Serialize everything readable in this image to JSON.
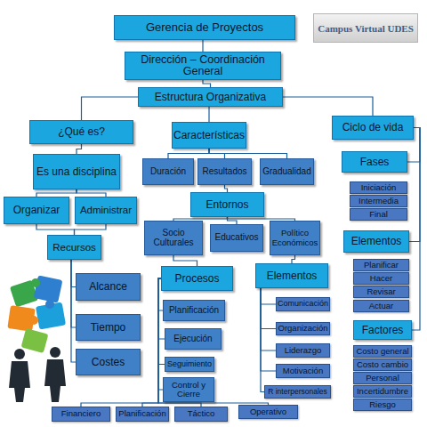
{
  "diagram": {
    "nodes": [
      {
        "text": [
          "Gerencia de Proyectos"
        ]
      },
      {
        "text": [
          "Dirección – Coordinación General"
        ]
      },
      {
        "text": [
          "Estructura Organizativa"
        ]
      },
      {
        "text": [
          "¿Qué es?"
        ]
      },
      {
        "text": [
          "Características"
        ]
      },
      {
        "text": [
          "Ciclo de vida"
        ]
      },
      {
        "text": [
          "Es una disciplina"
        ]
      },
      {
        "text": [
          "Duración"
        ]
      },
      {
        "text": [
          "Resultados"
        ]
      },
      {
        "text": [
          "Gradualidad"
        ]
      },
      {
        "text": [
          "Fases"
        ]
      },
      {
        "text": [
          "Iniciación"
        ]
      },
      {
        "text": [
          "Intermedia"
        ]
      },
      {
        "text": [
          "Final"
        ]
      },
      {
        "text": [
          "Organizar"
        ]
      },
      {
        "text": [
          "Administrar"
        ]
      },
      {
        "text": [
          "Entornos"
        ]
      },
      {
        "text": [
          "Socio Culturales"
        ]
      },
      {
        "text": [
          "Educativos"
        ]
      },
      {
        "text": [
          "Político Económicos"
        ]
      },
      {
        "text": [
          "Elementos"
        ]
      },
      {
        "text": [
          "Recursos"
        ]
      },
      {
        "text": [
          "Planificar"
        ]
      },
      {
        "text": [
          "Hacer"
        ]
      },
      {
        "text": [
          "Revisar"
        ]
      },
      {
        "text": [
          "Actuar"
        ]
      },
      {
        "text": [
          "Procesos"
        ]
      },
      {
        "text": [
          "Elementos"
        ]
      },
      {
        "text": [
          "Alcance"
        ]
      },
      {
        "text": [
          "Planificación"
        ]
      },
      {
        "text": [
          "Comunicación"
        ]
      },
      {
        "text": [
          "Tiempo"
        ]
      },
      {
        "text": [
          "Ejecución"
        ]
      },
      {
        "text": [
          "Organización"
        ]
      },
      {
        "text": [
          "Factores"
        ]
      },
      {
        "text": [
          "Costo general"
        ]
      },
      {
        "text": [
          "Costo cambio"
        ]
      },
      {
        "text": [
          "Personal"
        ]
      },
      {
        "text": [
          "Incertidumbre"
        ]
      },
      {
        "text": [
          "Riesgo"
        ]
      },
      {
        "text": [
          "Liderazgo"
        ]
      },
      {
        "text": [
          "Costes"
        ]
      },
      {
        "text": [
          "Seguimiento"
        ]
      },
      {
        "text": [
          "Motivación"
        ]
      },
      {
        "text": [
          "Control y Cierre"
        ]
      },
      {
        "text": [
          "R interpersonales"
        ]
      },
      {
        "text": [
          "Financiero"
        ]
      },
      {
        "text": [
          "Planificación"
        ]
      },
      {
        "text": [
          "Táctico"
        ]
      },
      {
        "text": [
          "Operativo"
        ]
      }
    ],
    "edges": [
      {
        "from": 0,
        "to": 1,
        "arrow": "none"
      },
      {
        "from": 1,
        "to": 2,
        "arrow": "none"
      },
      {
        "from": 2,
        "to": 3,
        "arrow": "none"
      },
      {
        "from": 2,
        "to": 4,
        "arrow": "none"
      },
      {
        "from": 2,
        "to": 5,
        "arrow": "none"
      },
      {
        "from": 3,
        "to": 6,
        "arrow": "none"
      },
      {
        "from": 6,
        "to": 14,
        "arrow": "none"
      },
      {
        "from": 6,
        "to": 15,
        "arrow": "none"
      },
      {
        "from": 14,
        "to": 21,
        "arrow": "none"
      },
      {
        "from": 15,
        "to": 21,
        "arrow": "none"
      },
      {
        "from": 21,
        "to": 28,
        "arrow": "none"
      },
      {
        "from": 21,
        "to": 31,
        "arrow": "none"
      },
      {
        "from": 21,
        "to": 41,
        "arrow": "none"
      },
      {
        "from": 4,
        "to": 7,
        "arrow": "none"
      },
      {
        "from": 4,
        "to": 8,
        "arrow": "none"
      },
      {
        "from": 4,
        "to": 9,
        "arrow": "none"
      },
      {
        "from": 8,
        "to": 16,
        "arrow": "none"
      },
      {
        "from": 16,
        "to": 17,
        "arrow": "none"
      },
      {
        "from": 16,
        "to": 18,
        "arrow": "none"
      },
      {
        "from": 16,
        "to": 19,
        "arrow": "none"
      },
      {
        "from": 17,
        "to": 26,
        "arrow": "none"
      },
      {
        "from": 19,
        "to": 27,
        "arrow": "none"
      },
      {
        "from": 26,
        "to": 29,
        "arrow": "none"
      },
      {
        "from": 26,
        "to": 32,
        "arrow": "none"
      },
      {
        "from": 26,
        "to": 42,
        "arrow": "none"
      },
      {
        "from": 26,
        "to": 44,
        "arrow": "none"
      },
      {
        "from": 26,
        "to": 46,
        "arrow": "none"
      },
      {
        "from": 26,
        "to": 47,
        "arrow": "none"
      },
      {
        "from": 26,
        "to": 48,
        "arrow": "none"
      },
      {
        "from": 26,
        "to": 49,
        "arrow": "none"
      },
      {
        "from": 27,
        "to": 30,
        "arrow": "none"
      },
      {
        "from": 27,
        "to": 33,
        "arrow": "none"
      },
      {
        "from": 27,
        "to": 40,
        "arrow": "none"
      },
      {
        "from": 27,
        "to": 43,
        "arrow": "none"
      },
      {
        "from": 27,
        "to": 45,
        "arrow": "none"
      },
      {
        "from": 5,
        "to": 10,
        "arrow": "none"
      },
      {
        "from": 5,
        "to": 20,
        "arrow": "none"
      },
      {
        "from": 5,
        "to": 34,
        "arrow": "none"
      }
    ],
    "labels": [
      "Campus Virtual UDES"
    ]
  }
}
